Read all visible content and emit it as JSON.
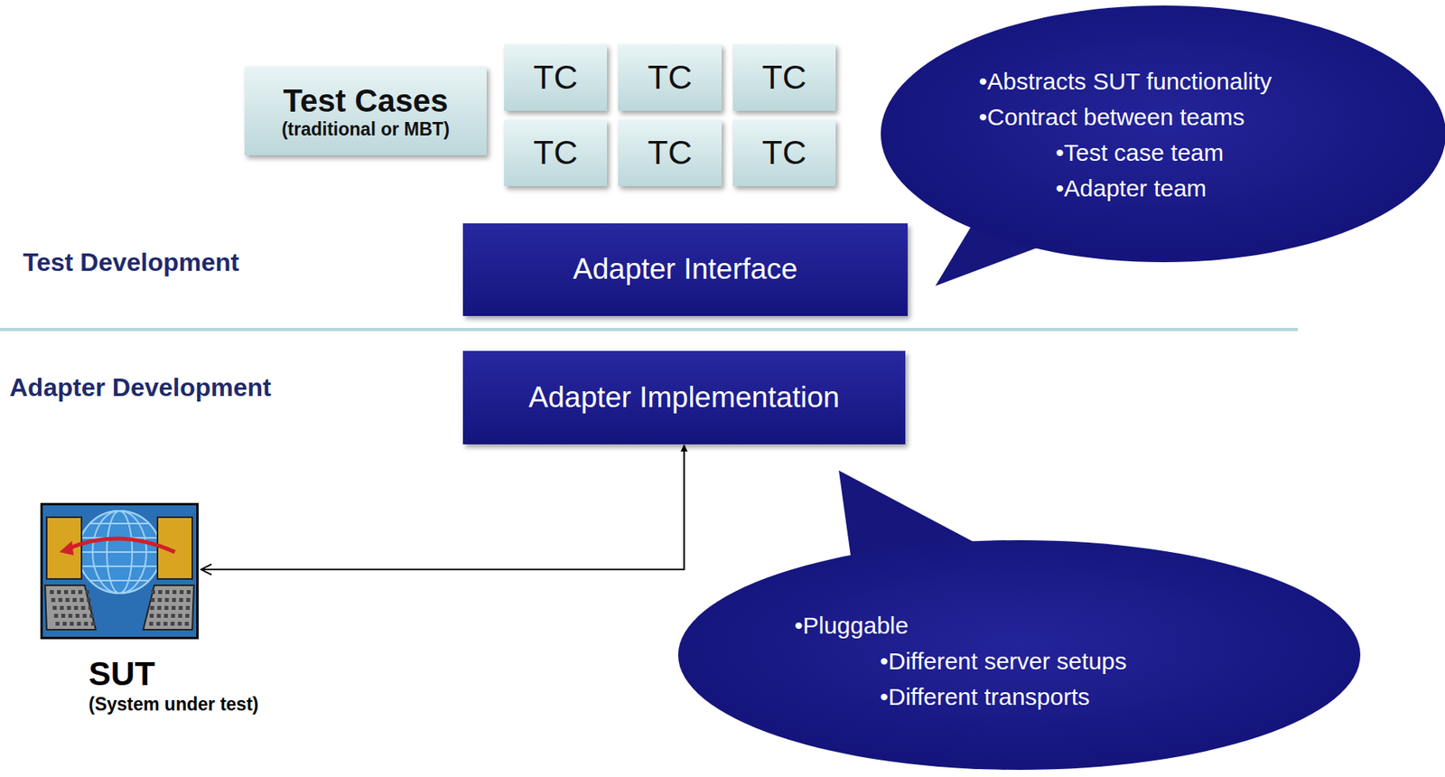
{
  "diagram": {
    "nodes": [
      {
        "text": [
          "Test Cases",
          "(traditional or MBT)"
        ]
      },
      {
        "text": [
          "TC"
        ]
      },
      {
        "text": [
          "TC"
        ]
      },
      {
        "text": [
          "TC"
        ]
      },
      {
        "text": [
          "TC"
        ]
      },
      {
        "text": [
          "TC"
        ]
      },
      {
        "text": [
          "TC"
        ]
      },
      {
        "text": [
          "Adapter Interface"
        ]
      },
      {
        "text": [
          "•Abstracts SUT functionality",
          "•Contract between teams",
          "•Test case team",
          "•Adapter team"
        ]
      },
      {
        "text": [
          "Adapter Implementation"
        ]
      },
      {
        "text": [
          "SUT",
          "(System under test)"
        ]
      },
      {
        "text": [
          "•Pluggable",
          "•Different server setups",
          "•Different transports"
        ]
      }
    ],
    "edges": [
      {
        "from": 9,
        "to": 10,
        "arrow": "both"
      }
    ],
    "labels": [
      "Test Development",
      "Adapter Development"
    ]
  }
}
